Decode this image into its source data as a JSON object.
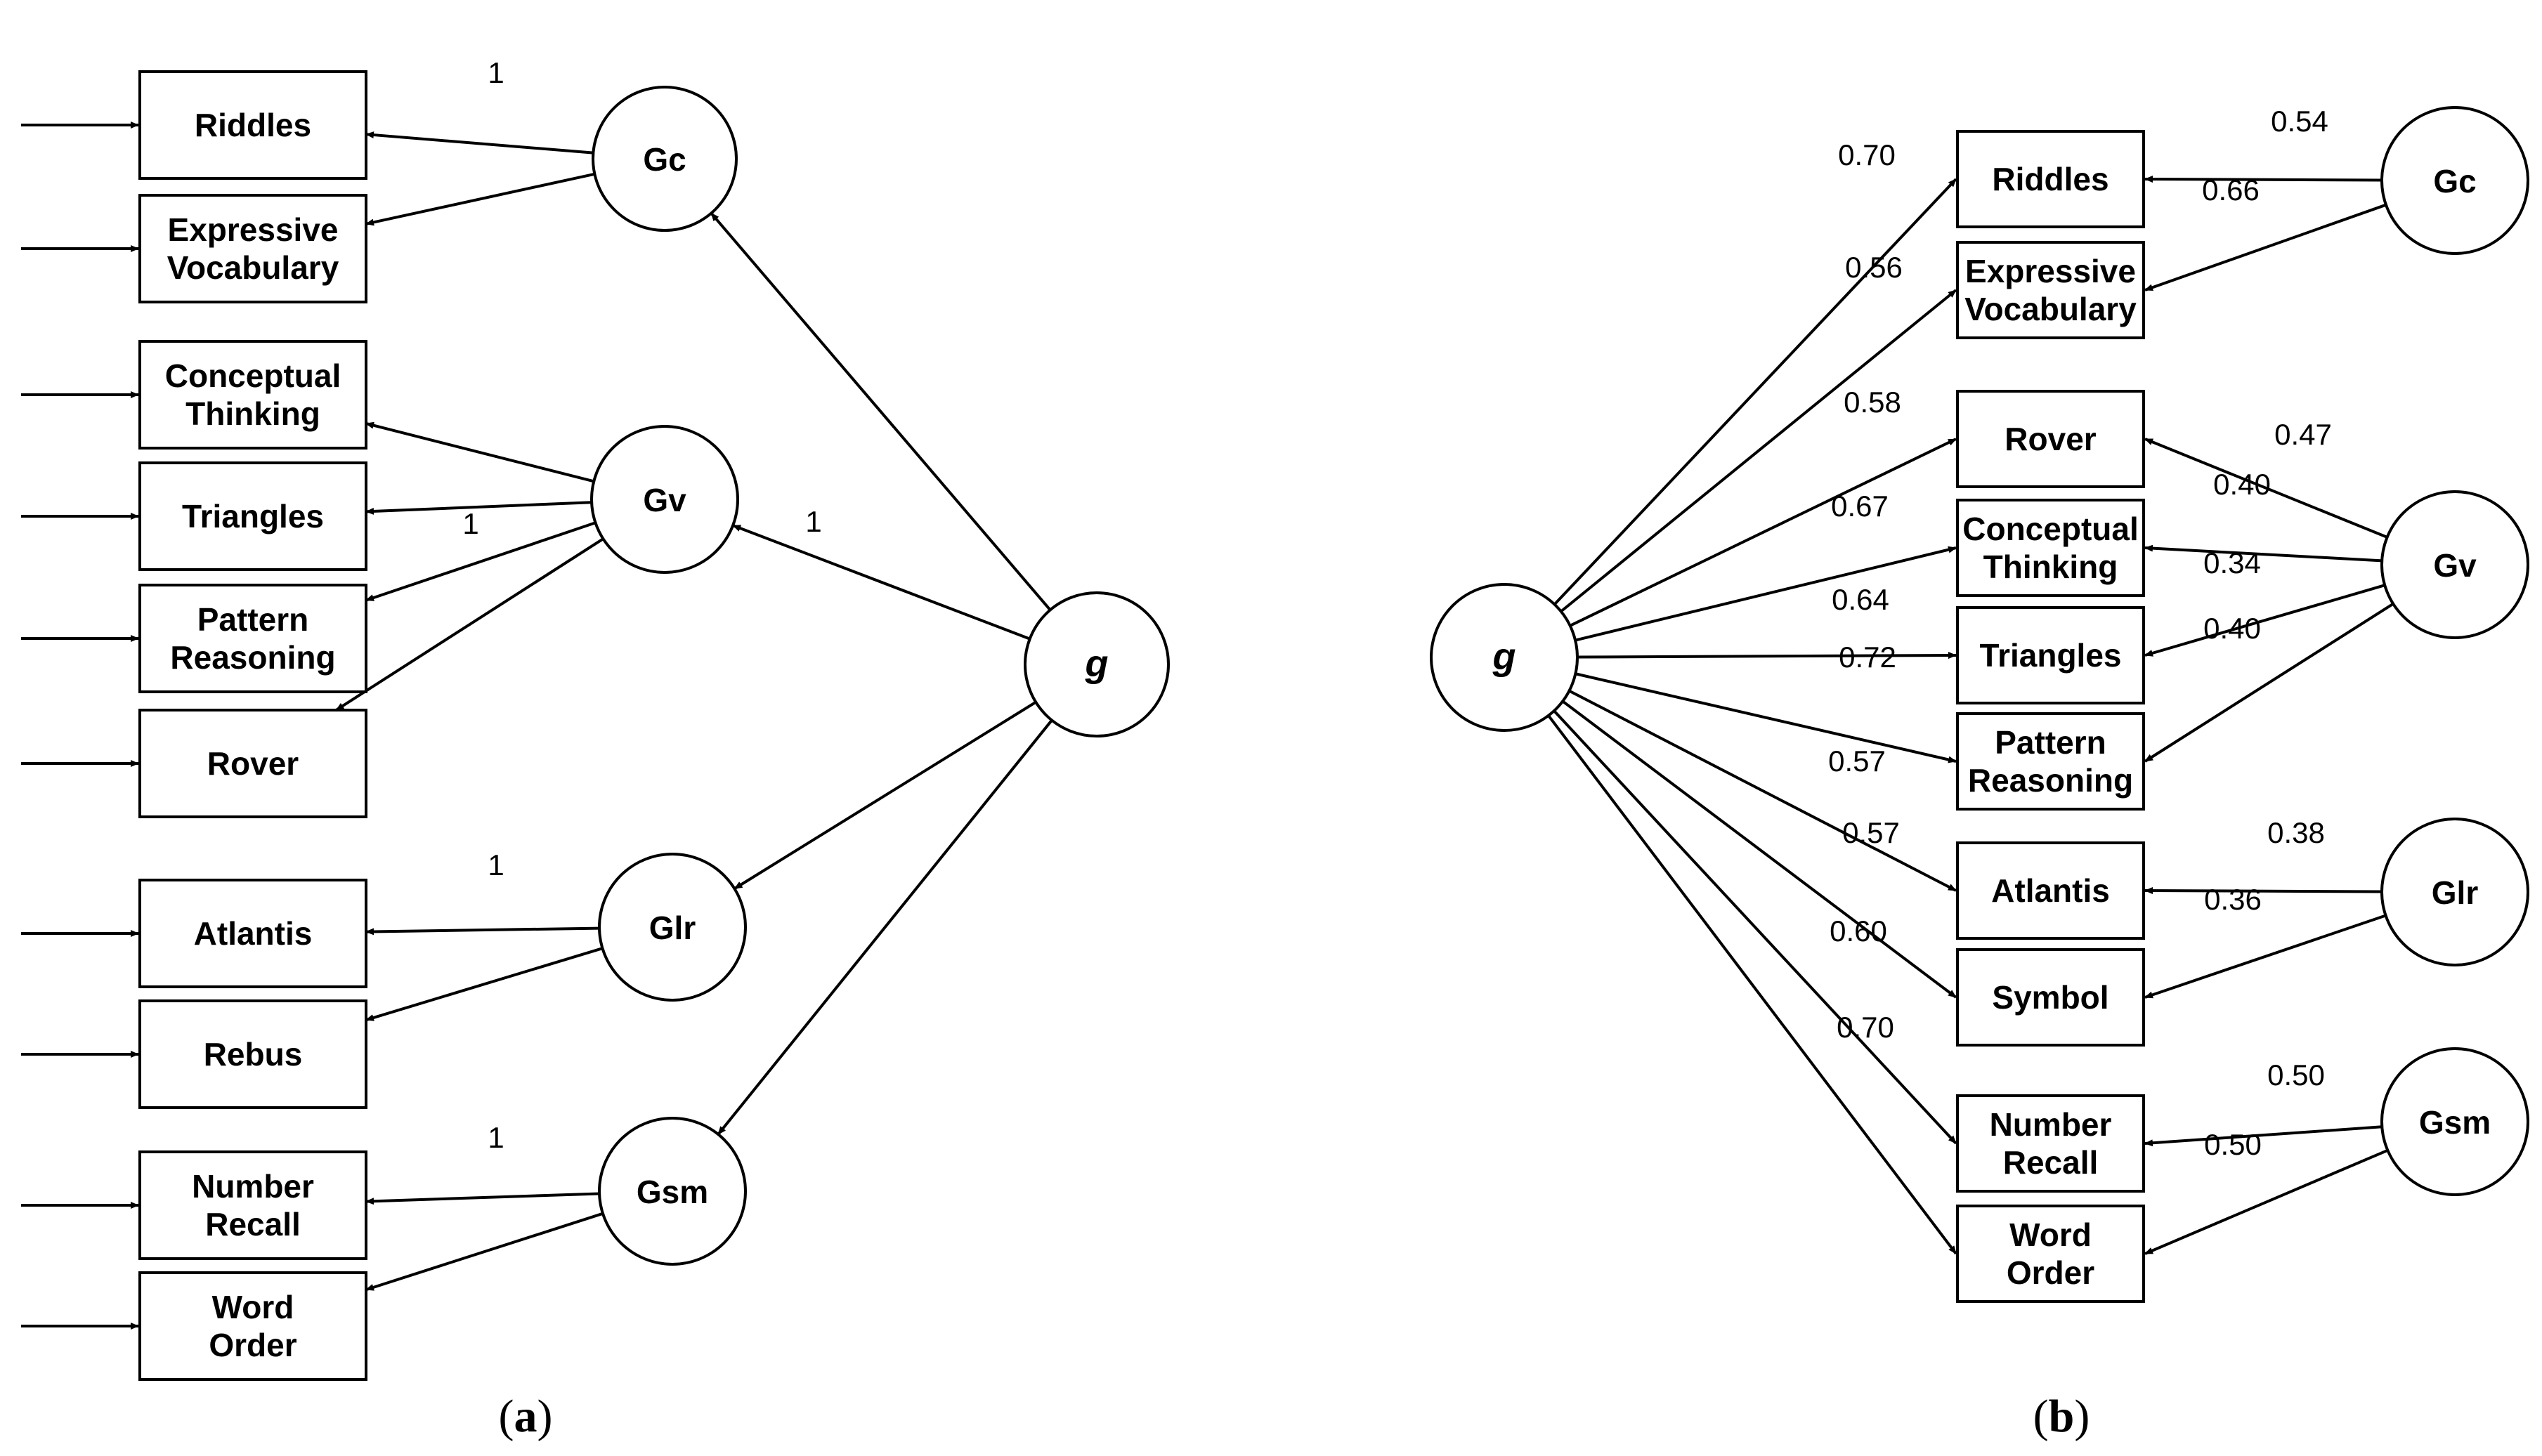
{
  "panel_a": {
    "caption_letter": "a",
    "observed": {
      "riddles": [
        "Riddles"
      ],
      "expressive_vocabulary": [
        "Expressive",
        "Vocabulary"
      ],
      "conceptual_thinking": [
        "Conceptual",
        "Thinking"
      ],
      "triangles": [
        "Triangles"
      ],
      "pattern_reasoning": [
        "Pattern",
        "Reasoning"
      ],
      "rover": [
        "Rover"
      ],
      "atlantis": [
        "Atlantis"
      ],
      "rebus": [
        "Rebus"
      ],
      "number_recall": [
        "Number",
        "Recall"
      ],
      "word_order": [
        "Word",
        "Order"
      ]
    },
    "latent": {
      "gc": "Gc",
      "gv": "Gv",
      "glr": "Glr",
      "gsm": "Gsm",
      "g": "g"
    },
    "fixed_loadings": {
      "gc_riddles": "1",
      "gv_pattern_reasoning": "1",
      "g_gv": "1",
      "glr_atlantis": "1",
      "gsm_number_recall": "1"
    }
  },
  "panel_b": {
    "caption_letter": "b",
    "observed": {
      "riddles": [
        "Riddles"
      ],
      "expressive_vocabulary": [
        "Expressive",
        "Vocabulary"
      ],
      "rover": [
        "Rover"
      ],
      "conceptual_thinking": [
        "Conceptual",
        "Thinking"
      ],
      "triangles": [
        "Triangles"
      ],
      "pattern_reasoning": [
        "Pattern",
        "Reasoning"
      ],
      "atlantis": [
        "Atlantis"
      ],
      "symbol": [
        "Symbol"
      ],
      "number_recall": [
        "Number",
        "Recall"
      ],
      "word_order": [
        "Word",
        "Order"
      ]
    },
    "latent": {
      "g": "g",
      "gc": "Gc",
      "gv": "Gv",
      "glr": "Glr",
      "gsm": "Gsm"
    },
    "g_loadings": {
      "riddles": "0.70",
      "expressive_vocabulary": "0.56",
      "rover": "0.58",
      "conceptual_thinking": "0.67",
      "triangles": "0.64",
      "pattern_reasoning": "0.72",
      "atlantis": "0.57",
      "symbol": "0.57",
      "number_recall": "0.60",
      "word_order": "0.70"
    },
    "group_loadings": {
      "gc_riddles": "0.54",
      "gc_expressive_vocabulary": "0.66",
      "gv_rover": "0.47",
      "gv_conceptual_thinking": "0.40",
      "gv_triangles": "0.34",
      "gv_pattern_reasoning": "0.40",
      "glr_atlantis": "0.38",
      "glr_symbol": "0.36",
      "gsm_number_recall": "0.50",
      "gsm_word_order": "0.50"
    }
  }
}
